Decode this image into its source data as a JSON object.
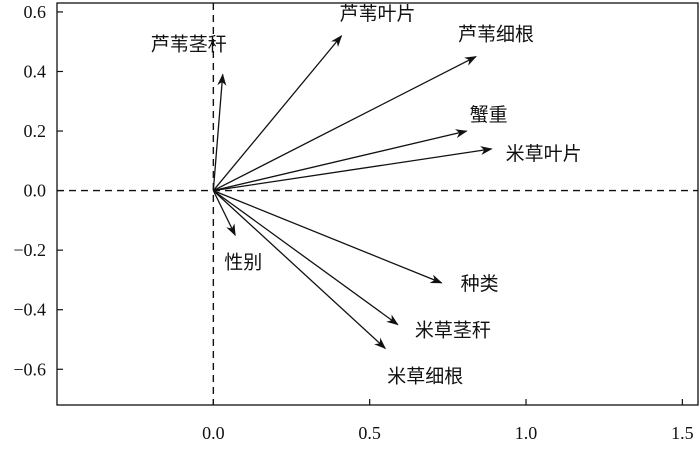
{
  "chart_data": {
    "type": "scatter",
    "subtype": "biplot-vectors",
    "title": "",
    "xlabel": "",
    "ylabel": "",
    "xlim": [
      -0.5,
      1.55
    ],
    "ylim": [
      -0.72,
      0.63
    ],
    "x_ticks": [
      0.0,
      0.5,
      1.0,
      1.5
    ],
    "x_tick_labels": [
      "0.0",
      "0.5",
      "1.0",
      "1.5"
    ],
    "y_ticks": [
      0.6,
      0.4,
      0.2,
      0.0,
      -0.2,
      -0.4,
      -0.6
    ],
    "y_tick_labels": [
      "0.6",
      "0.4",
      "0.2",
      "0.0",
      "−0.2",
      "−0.4",
      "−0.6"
    ],
    "grid": false,
    "reference_lines": [
      {
        "axis": "x",
        "value": 0,
        "style": "dashed"
      },
      {
        "axis": "y",
        "value": 0,
        "style": "dashed"
      }
    ],
    "origin": [
      0,
      0
    ],
    "vectors": [
      {
        "label": "芦苇茎秆",
        "x": 0.03,
        "y": 0.39
      },
      {
        "label": "芦苇叶片",
        "x": 0.41,
        "y": 0.52
      },
      {
        "label": "芦苇细根",
        "x": 0.84,
        "y": 0.45
      },
      {
        "label": "蟹重",
        "x": 0.81,
        "y": 0.2
      },
      {
        "label": "米草叶片",
        "x": 0.89,
        "y": 0.14
      },
      {
        "label": "性别",
        "x": 0.07,
        "y": -0.15
      },
      {
        "label": "种类",
        "x": 0.73,
        "y": -0.31
      },
      {
        "label": "米草茎秆",
        "x": 0.59,
        "y": -0.45
      },
      {
        "label": "米草细根",
        "x": 0.55,
        "y": -0.53
      }
    ]
  }
}
